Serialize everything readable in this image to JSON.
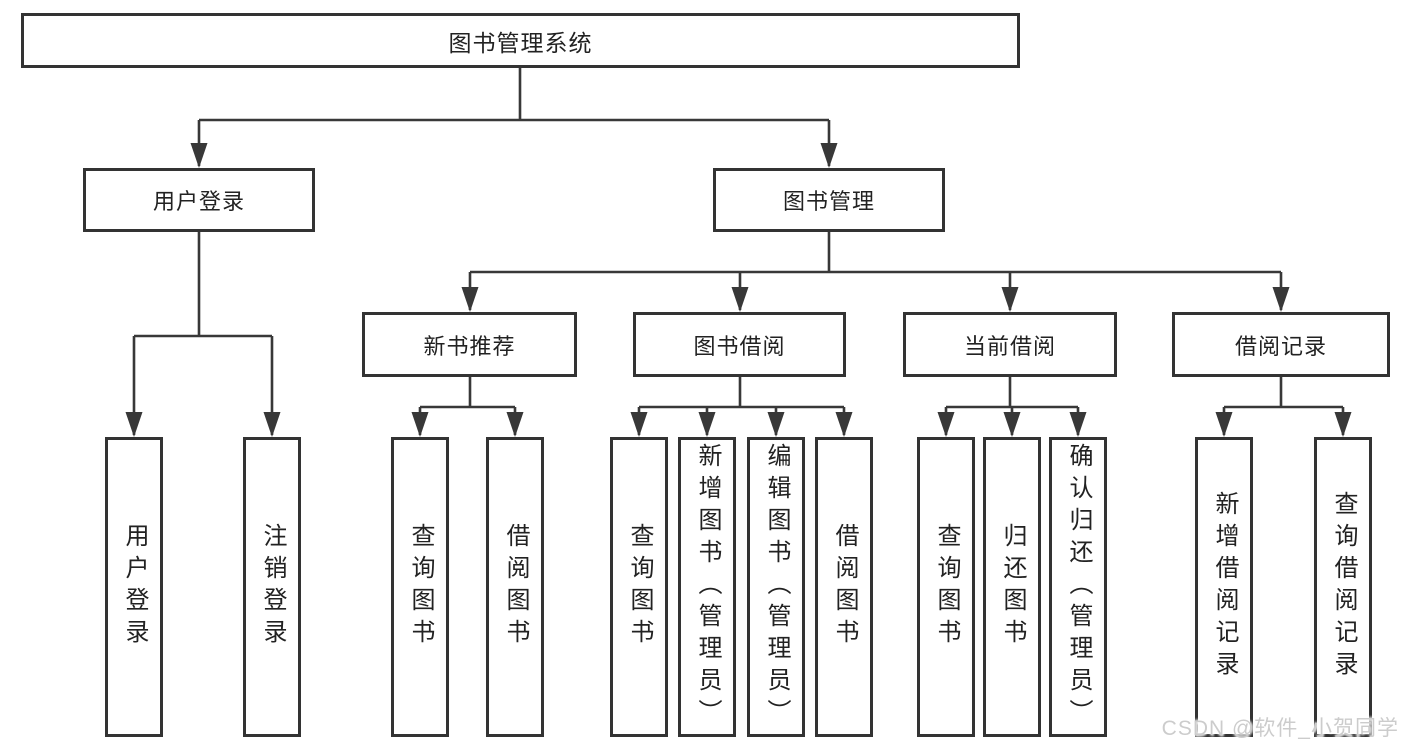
{
  "watermark": "CSDN @软件_小贺同学",
  "colors": {
    "line": "#383838",
    "box_border": "#333333",
    "text": "#222222",
    "background": "#ffffff",
    "watermark": "#cccccc"
  },
  "tree": {
    "label": "图书管理系统",
    "children": [
      {
        "label": "用户登录",
        "children": [
          {
            "label": "用户登录"
          },
          {
            "label": "注销登录"
          }
        ]
      },
      {
        "label": "图书管理",
        "children": [
          {
            "label": "新书推荐",
            "children": [
              {
                "label": "查询图书"
              },
              {
                "label": "借阅图书"
              }
            ]
          },
          {
            "label": "图书借阅",
            "children": [
              {
                "label": "查询图书"
              },
              {
                "label": "新增图书（管理员）"
              },
              {
                "label": "编辑图书（管理员）"
              },
              {
                "label": "借阅图书"
              }
            ]
          },
          {
            "label": "当前借阅",
            "children": [
              {
                "label": "查询图书"
              },
              {
                "label": "归还图书"
              },
              {
                "label": "确认归还（管理员）"
              }
            ]
          },
          {
            "label": "借阅记录",
            "children": [
              {
                "label": "新增借阅记录"
              },
              {
                "label": "查询借阅记录"
              }
            ]
          }
        ]
      }
    ]
  }
}
